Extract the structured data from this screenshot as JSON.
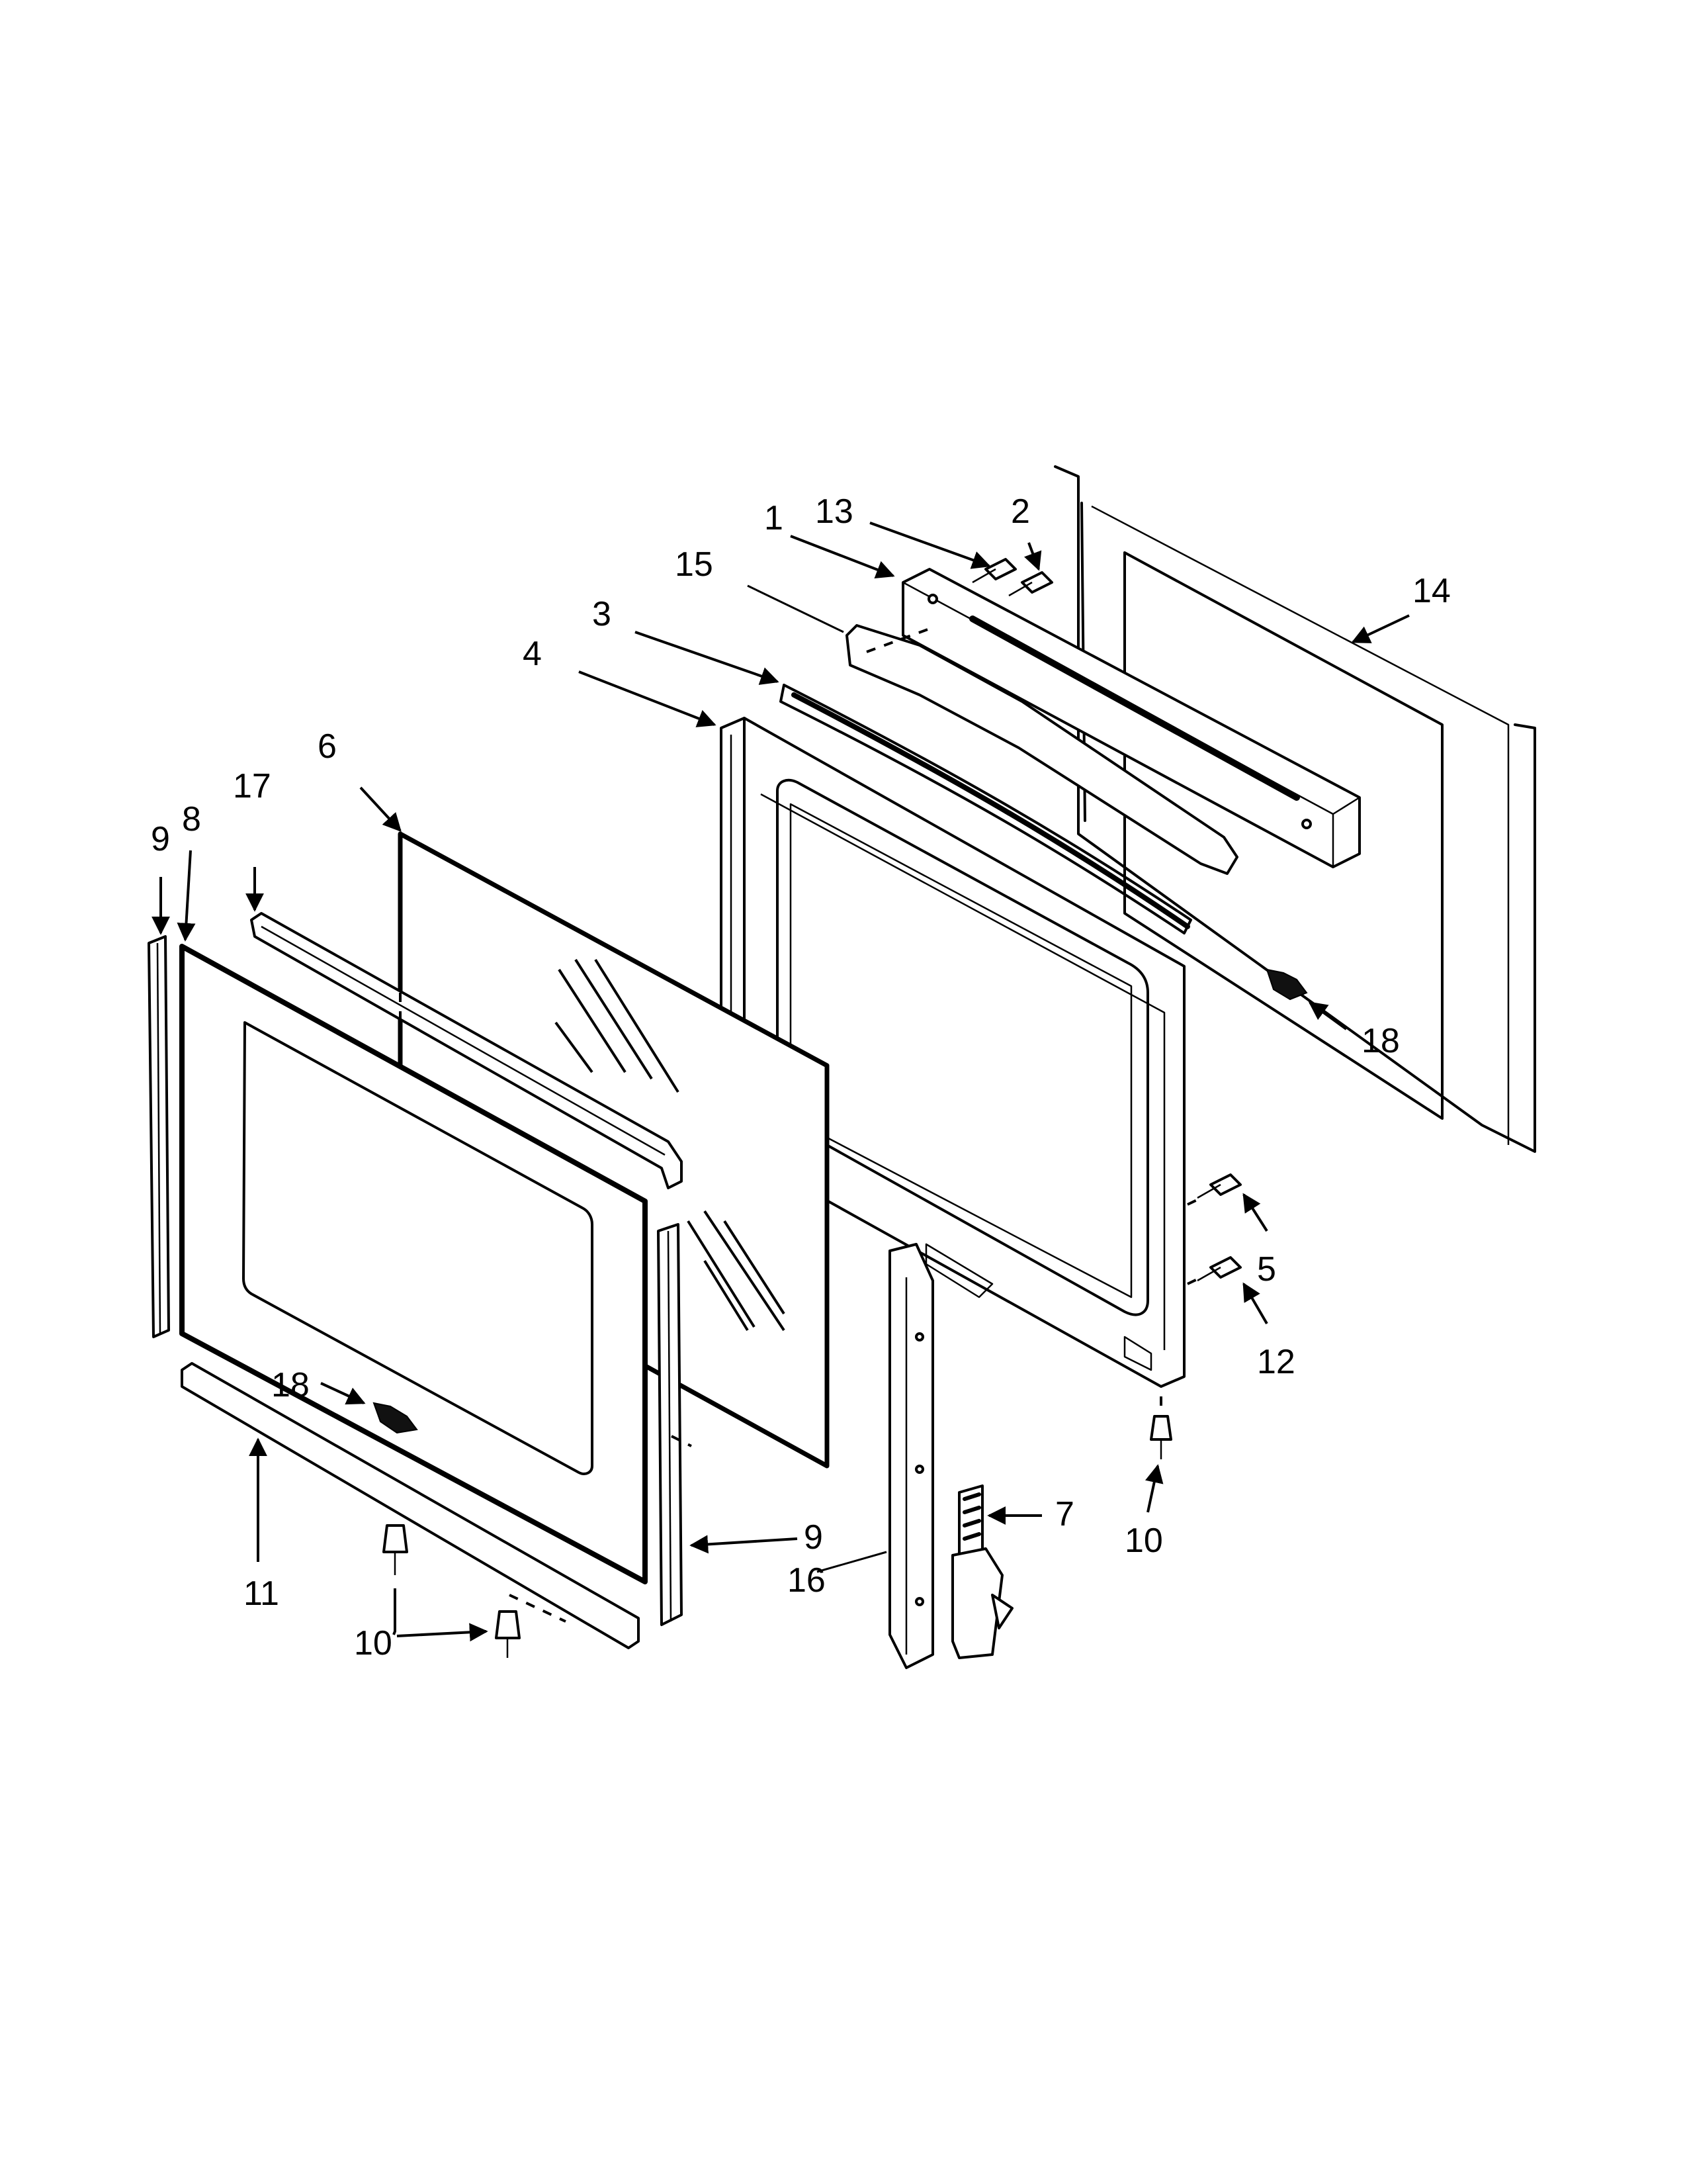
{
  "diagram": {
    "callouts": {
      "c13": "13",
      "c2": "2",
      "c1": "1",
      "c15": "15",
      "c14": "14",
      "c3": "3",
      "c4": "4",
      "c6": "6",
      "c17": "17",
      "c9a": "9",
      "c8": "8",
      "c18a": "18",
      "c5": "5",
      "c12": "12",
      "c18b": "18",
      "c10a": "10",
      "c7": "7",
      "c11": "11",
      "c9b": "9",
      "c16": "16",
      "c10b": "10"
    }
  }
}
